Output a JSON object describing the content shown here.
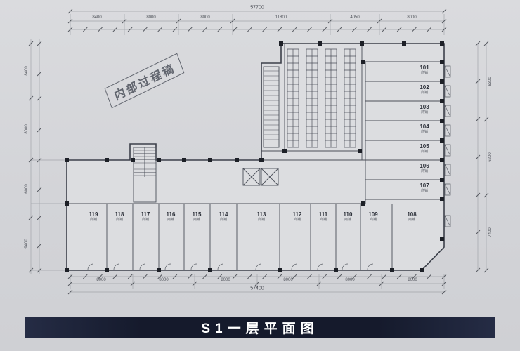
{
  "title": "S1一层平面图",
  "watermark": "内部过程稿",
  "rooms": {
    "right": [
      {
        "num": "101",
        "type": "商铺"
      },
      {
        "num": "102",
        "type": "商铺"
      },
      {
        "num": "103",
        "type": "商铺"
      },
      {
        "num": "104",
        "type": "商铺"
      },
      {
        "num": "105",
        "type": "商铺"
      },
      {
        "num": "106",
        "type": "商铺"
      },
      {
        "num": "107",
        "type": "商铺"
      }
    ],
    "bottom": [
      {
        "num": "119",
        "type": "商铺"
      },
      {
        "num": "118",
        "type": "商铺"
      },
      {
        "num": "117",
        "type": "商铺"
      },
      {
        "num": "116",
        "type": "商铺"
      },
      {
        "num": "115",
        "type": "商铺"
      },
      {
        "num": "114",
        "type": "商铺"
      },
      {
        "num": "113",
        "type": "商铺"
      },
      {
        "num": "112",
        "type": "商铺"
      },
      {
        "num": "111",
        "type": "商铺"
      },
      {
        "num": "110",
        "type": "商铺"
      },
      {
        "num": "109",
        "type": "商铺"
      },
      {
        "num": "108",
        "type": "商铺"
      }
    ]
  },
  "dimensions": {
    "top_total": "57700",
    "top_segments": [
      "8400",
      "8000",
      "8000",
      "11800",
      "4050",
      "8000"
    ],
    "bottom_total": "57400",
    "bottom_segments": [
      "8000",
      "8000",
      "8000",
      "8000",
      "8000",
      "8000"
    ],
    "left_segments": [
      "8400",
      "8000",
      "6000",
      "9400"
    ],
    "right_segments": [
      "6300",
      "6200",
      "7400"
    ]
  },
  "colors": {
    "banner": "#151a2c",
    "line": "#4b4f59"
  }
}
